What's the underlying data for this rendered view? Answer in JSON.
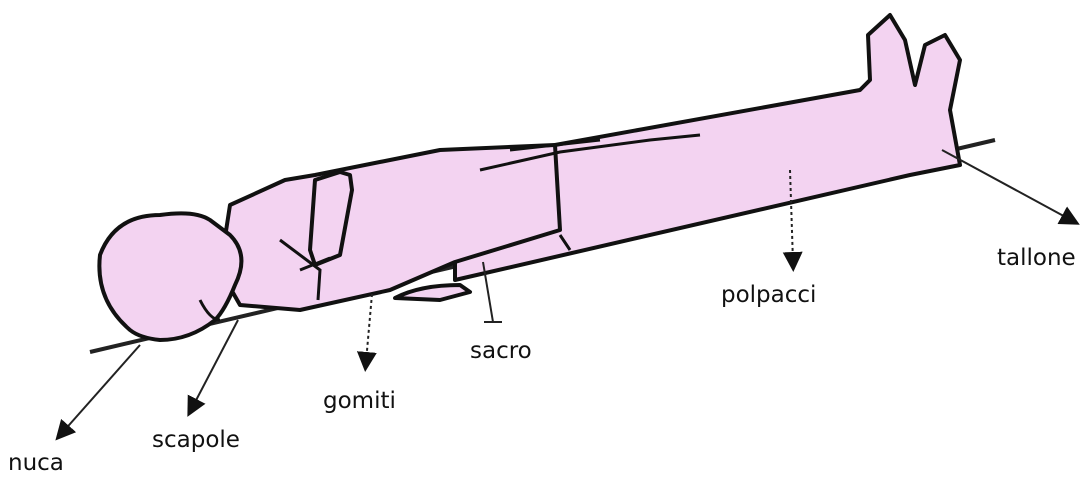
{
  "labels": {
    "nuca": "nuca",
    "scapole": "scapole",
    "gomiti": "gomiti",
    "sacro": "sacro",
    "polpacci": "polpacci",
    "tallone": "tallone"
  },
  "colors": {
    "body_fill": "#f3d3f1",
    "outline": "#111111",
    "surface_line": "#222222",
    "background": "#ffffff",
    "text": "#111111"
  }
}
